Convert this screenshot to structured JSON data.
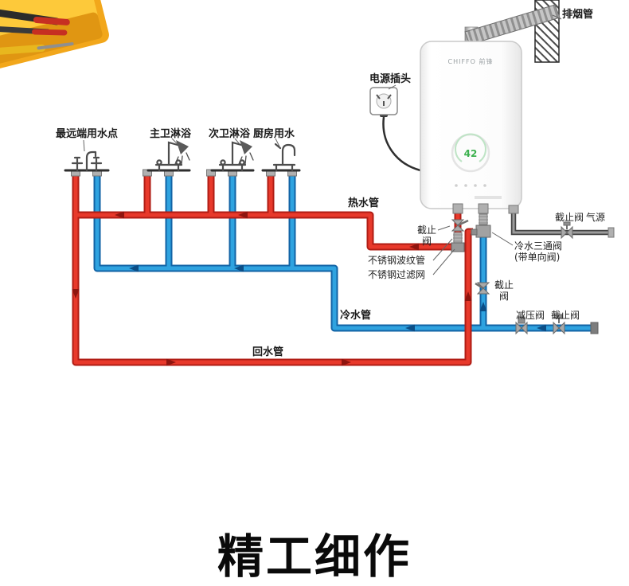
{
  "title": "精工细作",
  "labels": {
    "exhaust": "排烟管",
    "power": "电源插头",
    "hot_pipe": "热水管",
    "cold_pipe": "冷水管",
    "return_pipe": "回水管",
    "corrugated": "不锈钢波纹管",
    "filter": "不锈钢过滤网",
    "three_way_1": "冷水三通阀",
    "three_way_2": "(带单向阀)",
    "stop_l1": "截止",
    "stop_l2": "阀",
    "gas_stop": "截止阀",
    "gas_source": "气源",
    "pressure_valve": "减压阀",
    "main_stop": "截止阀"
  },
  "fixtures": [
    {
      "label": "最远端用水点"
    },
    {
      "label": "主卫淋浴"
    },
    {
      "label": "次卫淋浴"
    },
    {
      "label": "厨房用水"
    }
  ],
  "heater": {
    "brand": "CHIFFO 前锋",
    "display_temp": "42"
  },
  "colors": {
    "hot": "#e8392b",
    "hot-dark": "#b01d15",
    "cold": "#2fa3e0",
    "cold-dark": "#1263a5",
    "green": "#3db14f"
  }
}
